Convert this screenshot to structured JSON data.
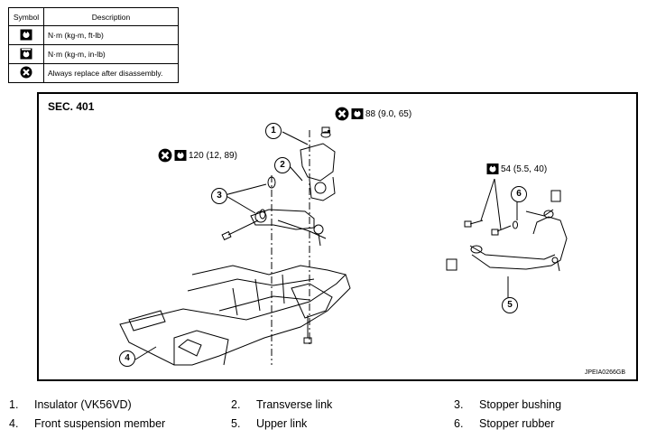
{
  "legend": {
    "header_symbol": "Symbol",
    "header_description": "Description",
    "rows": [
      {
        "icon": "torque-wrench-icon",
        "description": "N·m (kg-m, ft-lb)"
      },
      {
        "icon": "torque-wrench-inlb-icon",
        "description": "N·m (kg-m, in-lb)"
      },
      {
        "icon": "always-replace-icon",
        "description": "Always replace after disassembly."
      }
    ]
  },
  "diagram": {
    "section": "SEC. 401",
    "torques": {
      "top": "88 (9.0, 65)",
      "middle": "120 (12, 89)",
      "right": "54 (5.5, 40)"
    },
    "callouts": [
      "1",
      "2",
      "3",
      "4",
      "5",
      "6"
    ],
    "code": "JPEIA0266GB"
  },
  "parts": [
    {
      "num": "1.",
      "name": "Insulator (VK56VD)"
    },
    {
      "num": "2.",
      "name": "Transverse link"
    },
    {
      "num": "3.",
      "name": "Stopper bushing"
    },
    {
      "num": "4.",
      "name": "Front suspension member"
    },
    {
      "num": "5.",
      "name": "Upper link"
    },
    {
      "num": "6.",
      "name": "Stopper rubber"
    }
  ]
}
